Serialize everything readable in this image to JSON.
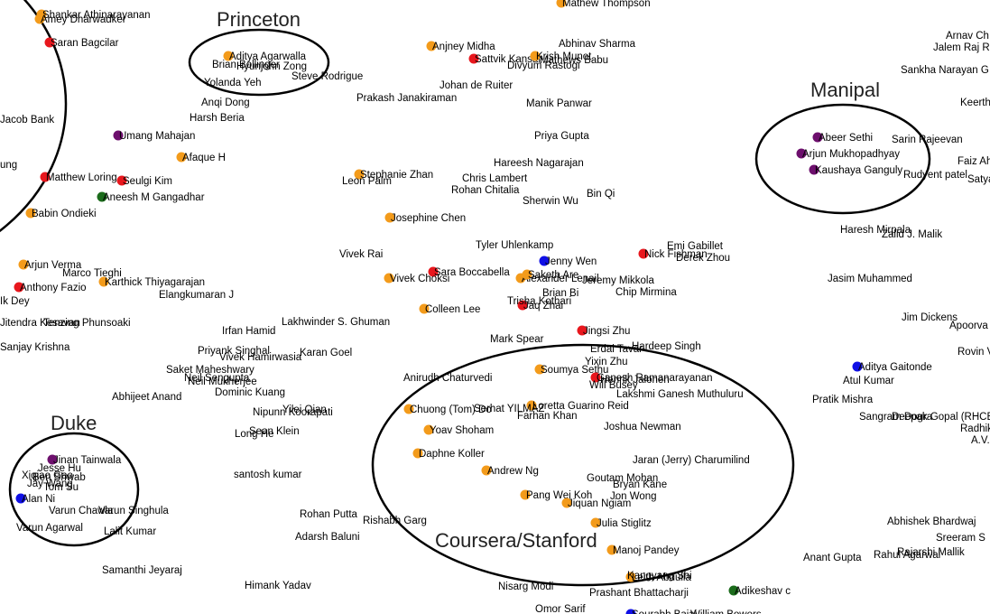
{
  "colors": {
    "orange": "#f39b1b",
    "red": "#e8171d",
    "purple": "#6d0f6d",
    "green": "#1b6b1b",
    "blue": "#1010e6"
  },
  "clusters": [
    {
      "key": "princeton",
      "title": "Princeton"
    },
    {
      "key": "manipal",
      "title": "Manipal"
    },
    {
      "key": "duke",
      "title": "Duke"
    },
    {
      "key": "coursera",
      "title": "Coursera/Stanford"
    },
    {
      "key": "left-partial",
      "title": ""
    }
  ],
  "nodes": [
    {
      "name": "Shankar Athinarayanan",
      "color": "orange"
    },
    {
      "name": "Amey Dharwadker",
      "color": "orange"
    },
    {
      "name": "Saran Bagcilar",
      "color": "red"
    },
    {
      "name": "Aditya Agarwalla",
      "color": "orange"
    },
    {
      "name": "Anjney Midha",
      "color": "orange"
    },
    {
      "name": "Sattvik Kansal",
      "color": "red"
    },
    {
      "name": "Krish Munot",
      "color": "orange"
    },
    {
      "name": "Umang Mahajan",
      "color": "purple"
    },
    {
      "name": "Afaque H",
      "color": "orange"
    },
    {
      "name": "Seulgi Kim",
      "color": "red"
    },
    {
      "name": "Matthew Loring",
      "color": "red"
    },
    {
      "name": "Aneesh M Gangadhar",
      "color": "green"
    },
    {
      "name": "Babin Ondieki",
      "color": "orange"
    },
    {
      "name": "Stephanie Zhan",
      "color": "orange"
    },
    {
      "name": "Josephine Chen",
      "color": "orange"
    },
    {
      "name": "Abeer Sethi",
      "color": "purple"
    },
    {
      "name": "Arjun Mukhopadhyay",
      "color": "purple"
    },
    {
      "name": "Kaushaya Ganguly",
      "color": "purple"
    },
    {
      "name": "Jenny Wen",
      "color": "blue"
    },
    {
      "name": "Nick Fishman",
      "color": "red"
    },
    {
      "name": "Arjun Verma",
      "color": "orange"
    },
    {
      "name": "Karthick Thiyagarajan",
      "color": "orange"
    },
    {
      "name": "Anthony Fazio",
      "color": "red"
    },
    {
      "name": "Sara Boccabella",
      "color": "red"
    },
    {
      "name": "Vivek Choksi",
      "color": "orange"
    },
    {
      "name": "Alexander Lenail",
      "color": "orange"
    },
    {
      "name": "Saketh Are",
      "color": "orange"
    },
    {
      "name": "Colleen Lee",
      "color": "orange"
    },
    {
      "name": "Jaq Zhai",
      "color": "red"
    },
    {
      "name": "Jingsi Zhu",
      "color": "red"
    },
    {
      "name": "Aditya Gaitonde",
      "color": "blue"
    },
    {
      "name": "Soumya Sethu",
      "color": "orange"
    },
    {
      "name": "Ganesh Ramanarayanan",
      "color": "red"
    },
    {
      "name": "Loretta Guarino Reid",
      "color": "orange"
    },
    {
      "name": "Chuong (Tom) Do",
      "color": "orange"
    },
    {
      "name": "Yoav Shoham",
      "color": "orange"
    },
    {
      "name": "Daphne Koller",
      "color": "orange"
    },
    {
      "name": "Jinan Tainwala",
      "color": "purple"
    },
    {
      "name": "Alan Ni",
      "color": "blue"
    },
    {
      "name": "Andrew Ng",
      "color": "orange"
    },
    {
      "name": "Pang Wei Koh",
      "color": "orange"
    },
    {
      "name": "Jiquan Ngiam",
      "color": "orange"
    },
    {
      "name": "Julia Stiglitz",
      "color": "orange"
    },
    {
      "name": "Manoj Pandey",
      "color": "orange"
    },
    {
      "name": "Adikeshav c",
      "color": "green"
    },
    {
      "name": "Leith Abdulla",
      "color": "orange"
    },
    {
      "name": "Sourabh Bajaj",
      "color": "blue"
    },
    {
      "name": "Mathew Thompson",
      "color": "orange"
    },
    {
      "name": "Irfan Hamid",
      "color": "none"
    }
  ],
  "labels": [
    "Jacob Bank",
    "Brian Bollinger",
    "Hyunjohn Zong",
    "Steve Rodrigue",
    "Yolanda Yeh",
    "Anqi Dong",
    "Harsh Beria",
    "Abhinav Sharma",
    "Mathews Babu",
    "Divyum Rastogi",
    "Johan de Ruiter",
    "Prakash Janakiraman",
    "Manik Panwar",
    "Priya Gupta",
    "Hareesh Nagarajan",
    "Chris Lambert",
    "Rohan Chitalia",
    "Sherwin Wu",
    "Bin Qi",
    "Leon Palm",
    "Tyler Uhlenkamp",
    "Emi Gabillet",
    "Derek Zhou",
    "Vivek Rai",
    "Marco Tieghi",
    "Elangkumaran J",
    "Jeremy Mikkola",
    "Brian Bi",
    "Trisha Kothari",
    "Chip Mirmina",
    "Lakhwinder S. Ghuman",
    "Sarin Rajeevan",
    "Rudyent patel",
    "Haresh Mirpala",
    "Zalid J. Malik",
    "Jasim Muhammed",
    "Jim Dickens",
    "Jitendra Kesavan",
    "Tenzing Phunsoaki",
    "Mark Spear",
    "Erdal Tavar",
    "Hardeep Singh",
    "Yixin Zhu",
    "Will Busey",
    "Henrik Jalonen",
    "Lakshmi Ganesh Muthuluru",
    "Priyank Singhal",
    "Karan Goel",
    "Vivek Hamirwasia",
    "Saket Maheshwary",
    "Neil Sengupta",
    "Neil Mukherjee",
    "Dominic Kuang",
    "Abhijeet Anand",
    "Anirudh Chaturvedi",
    "Atul Kumar",
    "Pratik Mishra",
    "Nipunn Koorapati",
    "Yilei Qian",
    "Serhat YILMAZ",
    "Farhan Khan",
    "Joshua Newman",
    "Sean Klein",
    "Long He",
    "Sangram Dogra",
    "Deepak Gopal (RHCE)",
    "Radhika",
    "A.V.",
    "Jesse Hu",
    "Jay Wang",
    "Xiqiao Gao",
    "Ben Shwab",
    "Tom Su",
    "Varun Chawla",
    "Varun Singhula",
    "Lalit Kumar",
    "Varun Agarwal",
    "santosh kumar",
    "Rohan Putta",
    "Rishabh Garg",
    "Jaran (Jerry) Charumilind",
    "Goutam Mohan",
    "Bryan Kane",
    "Jon Wong",
    "Adarsh Baluni",
    "Abhishek Bhardwaj",
    "Sreeram S",
    "Anant Gupta",
    "Rahul Agarwal",
    "Rajarshi Mallik",
    "Samanthi Jeyaraj",
    "Himank Yadav",
    "Nisarg Modi",
    "Prashant Bhattacharji",
    "Kangyang Shi",
    "Omor Sarif",
    "William Bowers",
    "Arnav Ch",
    "Jalem Raj R",
    "Sankha Narayan G",
    "Keerth",
    "Faiz Ah",
    "Satya",
    "Rovin V",
    "Apoorva",
    "Sanjay Krishna",
    "Ik Dey",
    "ung"
  ]
}
